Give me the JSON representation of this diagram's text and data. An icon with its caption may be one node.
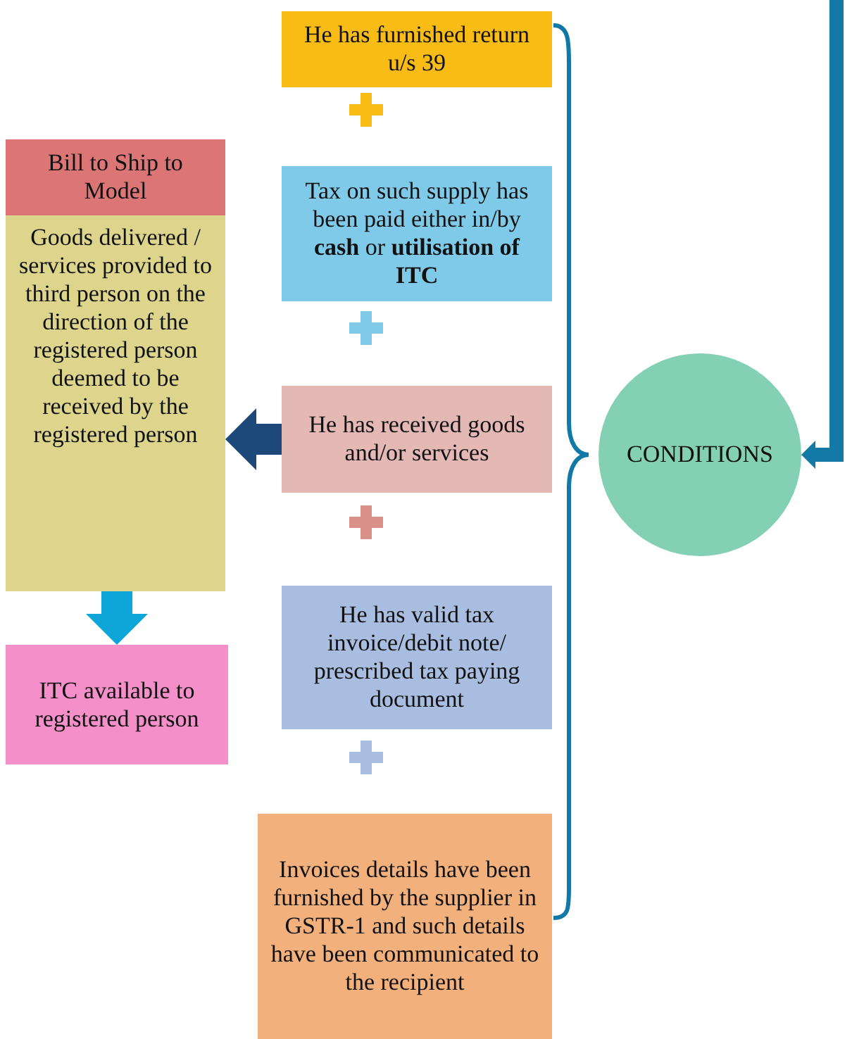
{
  "diagram": {
    "nodes": [
      {
        "text": [
          "He has furnished return u/s 39"
        ]
      },
      {
        "text": [
          "Tax on such supply has been paid either in/by **cash** or **utilisation of ITC**"
        ]
      },
      {
        "text": [
          "He has received goods and/or services"
        ]
      },
      {
        "text": [
          "He has valid tax invoice/debit note/ prescribed tax paying document"
        ]
      },
      {
        "text": [
          "Invoices details have been furnished by the supplier in GSTR-1 and such details have been communicated to the recipient"
        ]
      },
      {
        "text": [
          "CONDITIONS"
        ]
      },
      {
        "text": [
          "Goods delivered / services provided to third person on the direction of the registered person deemed to be received by the registered person"
        ]
      },
      {
        "text": [
          "Bill to Ship to Model"
        ],
        "in": 6
      },
      {
        "text": [
          "ITC available to registered person"
        ]
      }
    ],
    "edges": [
      {
        "from": null,
        "to": 5,
        "arrow": "to",
        "color": "#1278a5"
      },
      {
        "from": 2,
        "to": 6,
        "arrow": "to",
        "color": "#1c4979"
      },
      {
        "from": 6,
        "to": 8,
        "arrow": "to",
        "color": "#0ea5d9"
      }
    ]
  }
}
